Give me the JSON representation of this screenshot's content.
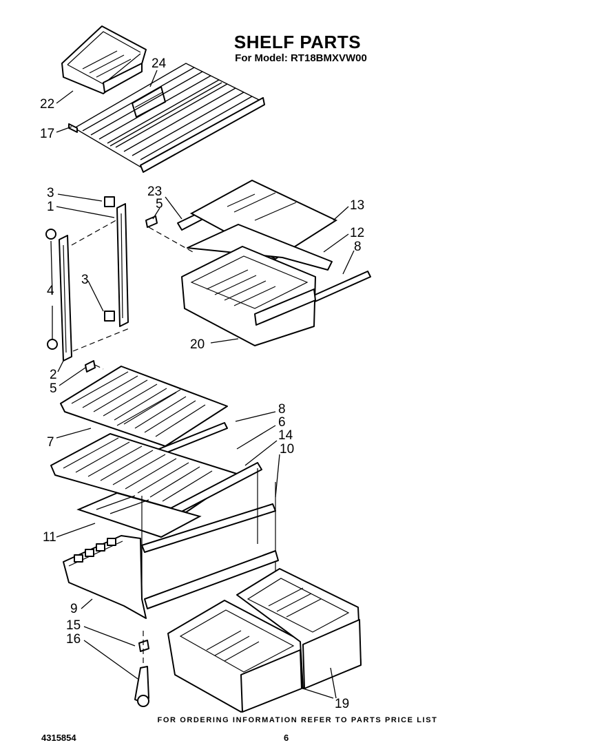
{
  "header": {
    "title": "SHELF PARTS",
    "subtitle": "For Model: RT18BMXVW00"
  },
  "callouts": [
    "22",
    "24",
    "17",
    "3",
    "1",
    "23",
    "5",
    "13",
    "12",
    "8",
    "4",
    "3",
    "20",
    "2",
    "5",
    "8",
    "6",
    "14",
    "10",
    "7",
    "11",
    "9",
    "15",
    "16",
    "19"
  ],
  "footer": {
    "note": "FOR ORDERING INFORMATION REFER TO PARTS PRICE LIST",
    "doc_number": "4315854",
    "page_number": "6"
  }
}
